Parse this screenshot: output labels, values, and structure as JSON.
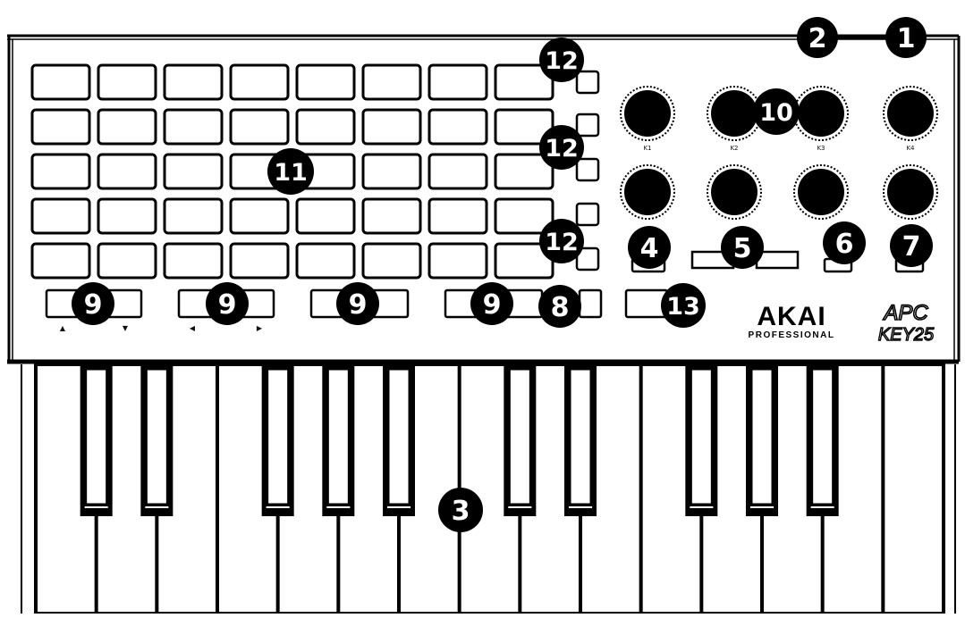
{
  "brand": {
    "maker": "AKAI",
    "maker_sub": "PROFESSIONAL",
    "model_line1": "APC",
    "model_line2": "KEY25"
  },
  "callouts": {
    "c1": "1",
    "c2": "2",
    "c3": "3",
    "c4": "4",
    "c5": "5",
    "c6": "6",
    "c7": "7",
    "c8": "8",
    "c9a": "9",
    "c9b": "9",
    "c9c": "9",
    "c9d": "9",
    "c10": "10",
    "c11": "11",
    "c12a": "12",
    "c12b": "12",
    "c12c": "12",
    "c13": "13"
  },
  "knob_labels": [
    "K1",
    "K2",
    "K3",
    "K4"
  ],
  "arrow_labels": {
    "up": "▲",
    "down": "▼",
    "left": "◀",
    "right": "▶"
  },
  "colors": {
    "ink": "#000000",
    "paper": "#ffffff"
  }
}
